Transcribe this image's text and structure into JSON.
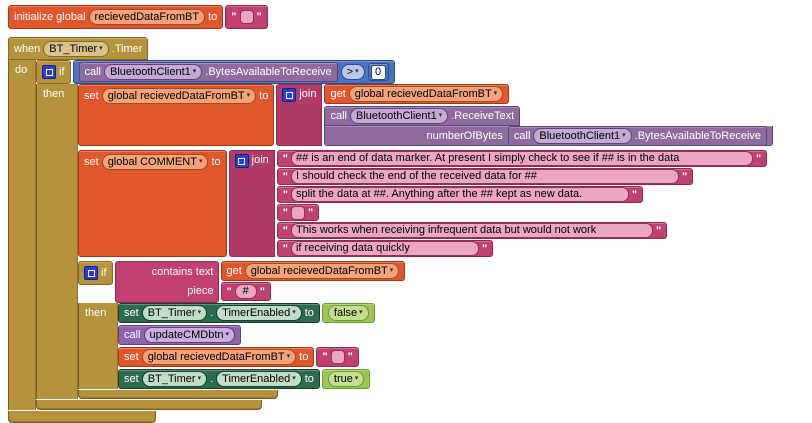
{
  "glyphs": {
    "quote": "\"",
    "dropdown": "▾",
    "dot": "."
  },
  "colors": {
    "control_gold": "#b5923c",
    "variable_orange": "#e0572e",
    "text_magenta": "#c0406f",
    "component_call_purple": "#8d6b9e",
    "procedure_purple": "#8f63a8",
    "math_blue": "#4a74be",
    "component_set_green": "#2d6b50",
    "logic_green": "#9cc556",
    "mutator_blue": "#2a3bd6",
    "canvas": "#ffffff"
  },
  "workspace": {
    "init_block": {
      "label": "initialize global",
      "name": "recievedDataFromBT",
      "to": "to"
    },
    "when_block": {
      "when": "when",
      "component": "BT_Timer",
      "event": ".Timer",
      "do": "do"
    },
    "if1": {
      "if": "if",
      "then": "then"
    },
    "condition": {
      "call": "call",
      "component": "BluetoothClient1",
      "method": ".BytesAvailableToReceive",
      "operator": ">",
      "value": "0"
    },
    "set_received_join": {
      "set": "set",
      "variable": "global recievedDataFromBT",
      "to": "to",
      "join": "join",
      "get": {
        "get": "get",
        "variable": "global recievedDataFromBT"
      },
      "receive_text": {
        "call": "call",
        "component": "BluetoothClient1",
        "method": ".ReceiveText",
        "param": "numberOfBytes",
        "param_call": {
          "call": "call",
          "component": "BluetoothClient1",
          "method": ".BytesAvailableToReceive"
        }
      }
    },
    "set_comment_join": {
      "set": "set",
      "variable": "global COMMENT",
      "to": "to",
      "join": "join",
      "strings": [
        "## is an end of data marker. At present I simply check to see if ## is in the data",
        "I should check the end of the received data for ##",
        "split the data at ##. Anything after the ## kept as new data.",
        "",
        "This works when receiving infrequent data but would not work",
        "if receiving data quickly"
      ]
    },
    "if2": {
      "if": "if",
      "contains": "contains  text",
      "piece": "piece",
      "then": "then",
      "get": {
        "get": "get",
        "variable": "global recievedDataFromBT"
      },
      "piece_value": "#"
    },
    "stmt_timer_false": {
      "set": "set",
      "component": "BT_Timer",
      "property": "TimerEnabled",
      "to": "to",
      "value": "false"
    },
    "stmt_call_proc": {
      "call": "call",
      "procedure": "updateCMDbtn"
    },
    "stmt_clear_var": {
      "set": "set",
      "variable": "global recievedDataFromBT",
      "to": "to"
    },
    "stmt_timer_true": {
      "set": "set",
      "component": "BT_Timer",
      "property": "TimerEnabled",
      "to": "to",
      "value": "true"
    }
  }
}
